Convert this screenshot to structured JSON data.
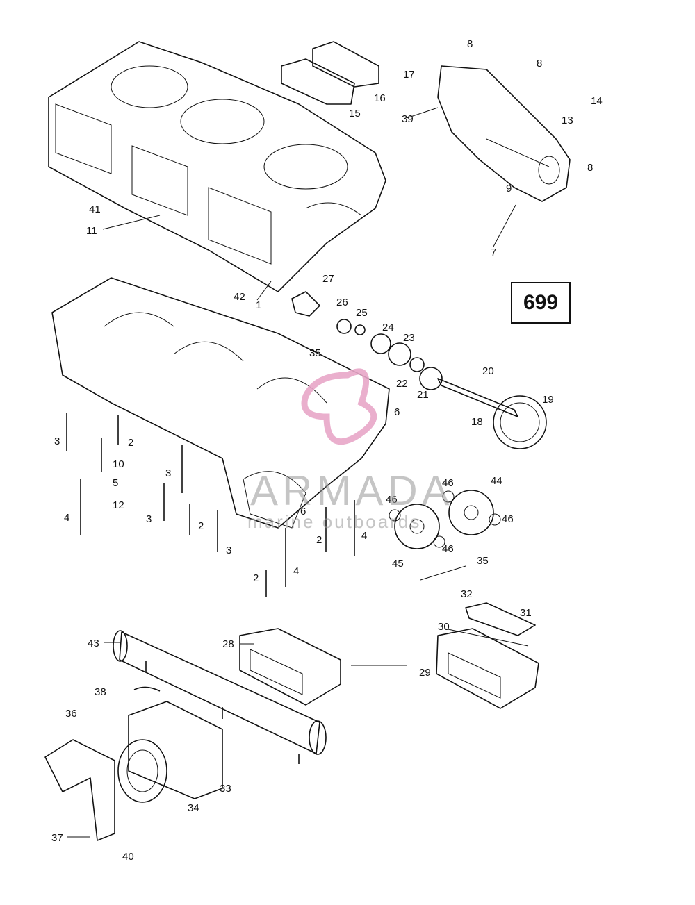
{
  "diagram_number": "699",
  "watermark": {
    "brand": "ARMADA",
    "tagline": "marine outboards",
    "accent_color": "#e8a6c8"
  },
  "callouts": [
    {
      "id": "41"
    },
    {
      "id": "11"
    },
    {
      "id": "8"
    },
    {
      "id": "17"
    },
    {
      "id": "16"
    },
    {
      "id": "15"
    },
    {
      "id": "39"
    },
    {
      "id": "14"
    },
    {
      "id": "13"
    },
    {
      "id": "9"
    },
    {
      "id": "7"
    },
    {
      "id": "27"
    },
    {
      "id": "42"
    },
    {
      "id": "1"
    },
    {
      "id": "26"
    },
    {
      "id": "25"
    },
    {
      "id": "24"
    },
    {
      "id": "23"
    },
    {
      "id": "35"
    },
    {
      "id": "22"
    },
    {
      "id": "21"
    },
    {
      "id": "20"
    },
    {
      "id": "19"
    },
    {
      "id": "18"
    },
    {
      "id": "6"
    },
    {
      "id": "10"
    },
    {
      "id": "5"
    },
    {
      "id": "12"
    },
    {
      "id": "3"
    },
    {
      "id": "2"
    },
    {
      "id": "4"
    },
    {
      "id": "46"
    },
    {
      "id": "44"
    },
    {
      "id": "45"
    },
    {
      "id": "32"
    },
    {
      "id": "31"
    },
    {
      "id": "30"
    },
    {
      "id": "29"
    },
    {
      "id": "28"
    },
    {
      "id": "43"
    },
    {
      "id": "38"
    },
    {
      "id": "36"
    },
    {
      "id": "33"
    },
    {
      "id": "34"
    },
    {
      "id": "37"
    },
    {
      "id": "40"
    }
  ]
}
